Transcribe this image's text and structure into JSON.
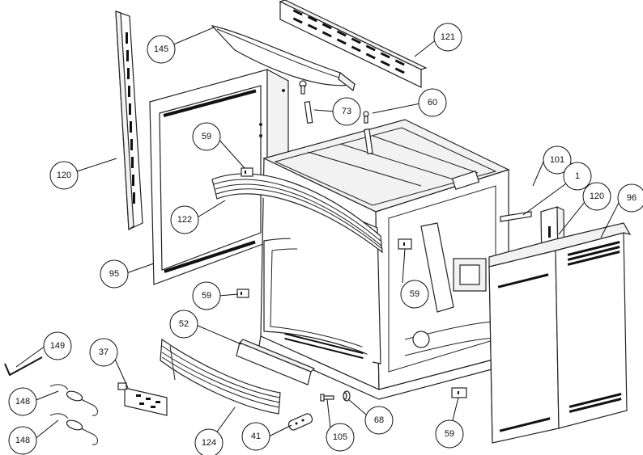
{
  "diagram": {
    "type": "exploded-parts-view",
    "callouts": [
      {
        "id": "c120a",
        "label": "120"
      },
      {
        "id": "c145",
        "label": "145"
      },
      {
        "id": "c121",
        "label": "121"
      },
      {
        "id": "c73",
        "label": "73"
      },
      {
        "id": "c60",
        "label": "60"
      },
      {
        "id": "c59a",
        "label": "59"
      },
      {
        "id": "c122",
        "label": "122"
      },
      {
        "id": "c95",
        "label": "95"
      },
      {
        "id": "c59b",
        "label": "59"
      },
      {
        "id": "c52",
        "label": "52"
      },
      {
        "id": "c149",
        "label": "149"
      },
      {
        "id": "c37",
        "label": "37"
      },
      {
        "id": "c148a",
        "label": "148"
      },
      {
        "id": "c148b",
        "label": "148"
      },
      {
        "id": "c124",
        "label": "124"
      },
      {
        "id": "c41",
        "label": "41"
      },
      {
        "id": "c105",
        "label": "105"
      },
      {
        "id": "c68",
        "label": "68"
      },
      {
        "id": "c59c",
        "label": "59"
      },
      {
        "id": "c59d",
        "label": "59"
      },
      {
        "id": "c101",
        "label": "101"
      },
      {
        "id": "c1",
        "label": "1"
      },
      {
        "id": "c120b",
        "label": "120"
      },
      {
        "id": "c96",
        "label": "96"
      }
    ]
  }
}
